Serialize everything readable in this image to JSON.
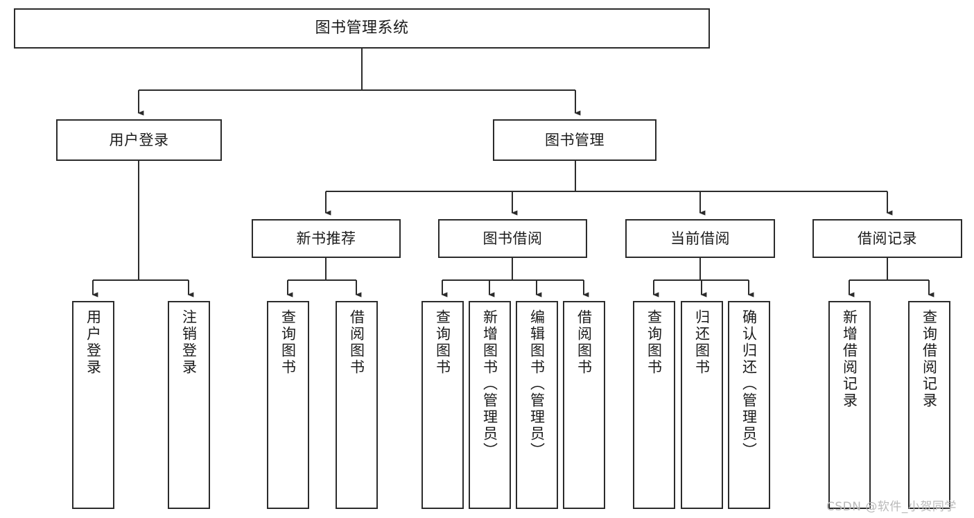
{
  "diagram": {
    "type": "tree-hierarchy",
    "title": "图书管理系统",
    "watermark": "CSDN @软件_小贺同学",
    "colors": {
      "border": "#2b2b2b",
      "background": "#ffffff",
      "text": "#1b1b1b",
      "edge": "#2b2b2b",
      "watermark": "#b9b9b9"
    },
    "nodes": {
      "root": {
        "label": "图书管理系统"
      },
      "level1": [
        {
          "label": "用户登录"
        },
        {
          "label": "图书管理"
        }
      ],
      "level2": [
        {
          "label": "新书推荐"
        },
        {
          "label": "图书借阅"
        },
        {
          "label": "当前借阅"
        },
        {
          "label": "借阅记录"
        }
      ],
      "leaves": {
        "user_login": [
          {
            "label": "用户登录"
          },
          {
            "label": "注销登录"
          }
        ],
        "new_book_recommend": [
          {
            "label": "查询图书"
          },
          {
            "label": "借阅图书"
          }
        ],
        "book_borrow": [
          {
            "label": "查询图书"
          },
          {
            "label": "新增图书（管理员）"
          },
          {
            "label": "编辑图书（管理员）"
          },
          {
            "label": "借阅图书"
          }
        ],
        "current_borrow": [
          {
            "label": "查询图书"
          },
          {
            "label": "归还图书"
          },
          {
            "label": "确认归还（管理员）"
          }
        ],
        "borrow_record": [
          {
            "label": "新增借阅记录"
          },
          {
            "label": "查询借阅记录"
          }
        ]
      }
    }
  }
}
